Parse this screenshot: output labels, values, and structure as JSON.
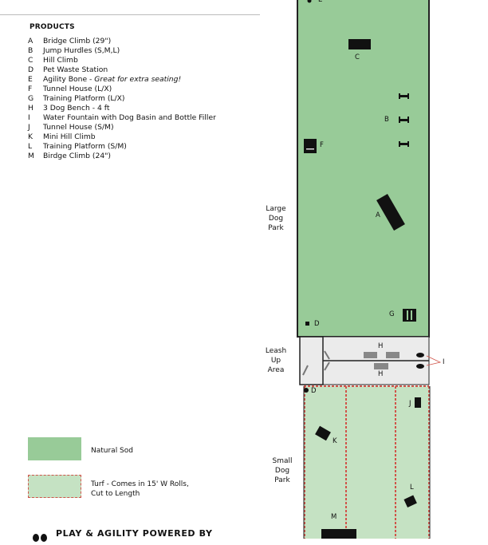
{
  "products": {
    "title": "PRODUCTS",
    "items": [
      {
        "key": "A",
        "label": "Bridge Climb (29\")"
      },
      {
        "key": "B",
        "label": "Jump Hurdles (S,M,L)"
      },
      {
        "key": "C",
        "label": "Hill Climb"
      },
      {
        "key": "D",
        "label": "Pet Waste Station"
      },
      {
        "key": "E",
        "label": "Agility Bone - ",
        "note": "Great for extra seating!"
      },
      {
        "key": "F",
        "label": "Tunnel House (L/X)"
      },
      {
        "key": "G",
        "label": "Training Platform (L/X)"
      },
      {
        "key": "H",
        "label": "3 Dog Bench - 4 ft"
      },
      {
        "key": "I",
        "label": "Water Fountain with Dog Basin and Bottle Filler"
      },
      {
        "key": "J",
        "label": "Tunnel House (S/M)"
      },
      {
        "key": "K",
        "label": "Mini Hill Climb"
      },
      {
        "key": "L",
        "label": "Training Platform (S/M)"
      },
      {
        "key": "M",
        "label": "Birdge Climb (24\")"
      }
    ]
  },
  "legend": {
    "sod": "Natural Sod",
    "turf_line1": "Turf - Comes in 15' W Rolls,",
    "turf_line2": "Cut to Length"
  },
  "brand": "PLAY & AGILITY POWERED BY",
  "areas": {
    "large": [
      "Large",
      "Dog",
      "Park"
    ],
    "leash": [
      "Leash",
      "Up",
      "Area"
    ],
    "small": [
      "Small",
      "Dog",
      "Park"
    ]
  },
  "map_labels": {
    "A": "A",
    "B": "B",
    "C": "C",
    "D": "D",
    "E": "E",
    "F": "F",
    "G": "G",
    "H": "H",
    "I": "I",
    "J": "J",
    "K": "K",
    "L": "L",
    "M": "M"
  },
  "colors": {
    "sod": "#98cb98",
    "turf": "#c5e2c3",
    "leash": "#ebebeb",
    "turf_border": "#d0544a"
  }
}
